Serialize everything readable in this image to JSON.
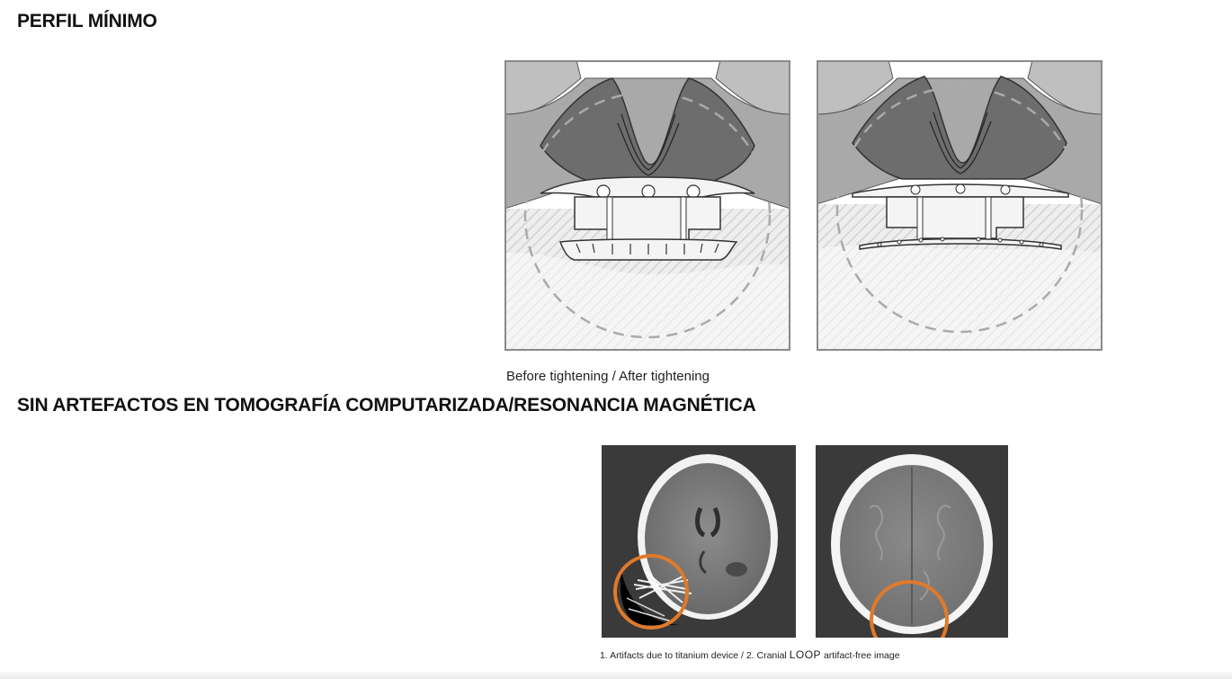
{
  "section1": {
    "title": "PERFIL MÍNIMO",
    "caption": "Before tightening / After tightening"
  },
  "section2": {
    "title": "SIN ARTEFACTOS EN TOMOGRAFÍA COMPUTARIZADA/RESONANCIA MAGNÉTICA",
    "caption_part1": "1. Artifacts due to titanium device / 2. Cranial ",
    "caption_brand": "LOOP",
    "caption_part2": " artifact-free image"
  },
  "colors": {
    "highlight_ring": "#e07a2a",
    "scan_bg": "#3a3a3a"
  }
}
